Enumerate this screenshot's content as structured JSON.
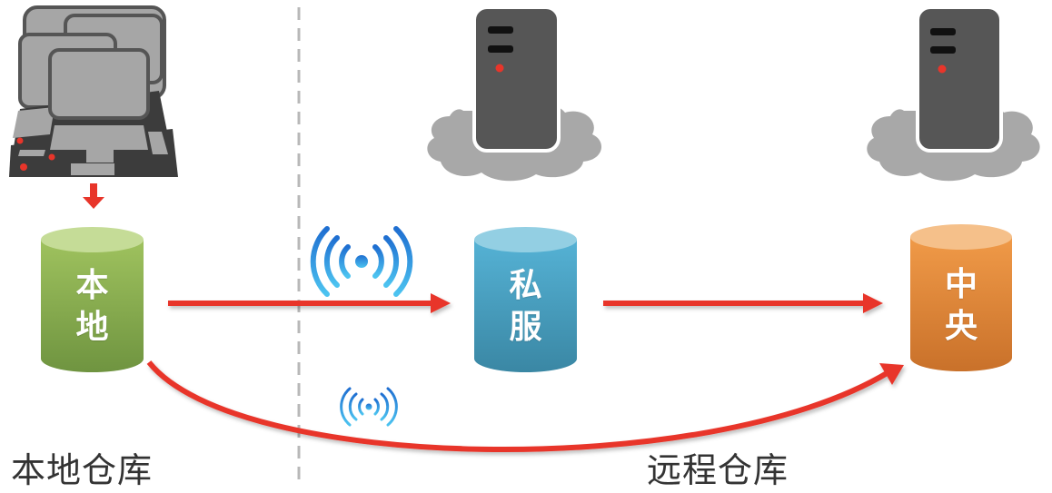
{
  "diagram": {
    "type": "maven-repository-architecture",
    "sections": {
      "local_label": "本地仓库",
      "remote_label": "远程仓库"
    },
    "nodes": [
      {
        "id": "local",
        "line1": "本",
        "line2": "地",
        "color": "#8db44f",
        "color_dark": "#6f9440",
        "color_top": "#c5dc97"
      },
      {
        "id": "private",
        "line1": "私",
        "line2": "服",
        "color": "#4aa5c8",
        "color_dark": "#3a87a4",
        "color_top": "#93cfe3"
      },
      {
        "id": "central",
        "line1": "中",
        "line2": "央",
        "color": "#ec8f3c",
        "color_dark": "#c9712a",
        "color_top": "#f5c08a"
      }
    ],
    "icons": {
      "workstations": "computers-icon",
      "private_server": "server-cloud-icon",
      "central_server": "server-cloud-icon",
      "wireless_large": "wireless-signal-icon",
      "wireless_small": "wireless-signal-icon"
    },
    "edges": [
      {
        "from": "workstations",
        "to": "local",
        "style": "arrow-down"
      },
      {
        "from": "local",
        "to": "private",
        "style": "straight-arrow"
      },
      {
        "from": "private",
        "to": "central",
        "style": "straight-arrow"
      },
      {
        "from": "local",
        "to": "central",
        "style": "curved-arrow"
      }
    ],
    "colors": {
      "arrow": "#e8352a",
      "divider": "#b8b8b8",
      "server": "#565656",
      "cloud": "#a8a8a8",
      "computer_fill": "#a6a6a6",
      "computer_stroke": "#555555",
      "led": "#e8352a",
      "wifi_dark": "#1f6fd1",
      "wifi_light": "#4cc3f0"
    }
  }
}
